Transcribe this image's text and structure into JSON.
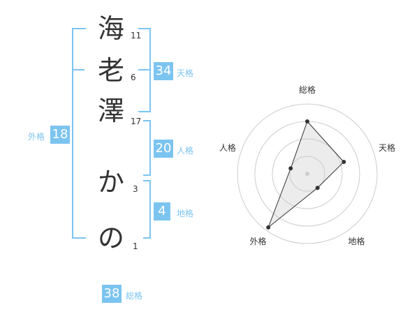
{
  "name": {
    "chars": [
      {
        "char": "海",
        "strokes": "11"
      },
      {
        "char": "老",
        "strokes": "6"
      },
      {
        "char": "澤",
        "strokes": "17"
      },
      {
        "char": "か",
        "strokes": "3"
      },
      {
        "char": "の",
        "strokes": "1"
      }
    ]
  },
  "kakusu": {
    "tenkaku": {
      "value": "34",
      "label": "天格"
    },
    "jinkaku": {
      "value": "20",
      "label": "人格"
    },
    "chikaku": {
      "value": "4",
      "label": "地格"
    },
    "gaikaku": {
      "value": "18",
      "label": "外格"
    },
    "soukaku": {
      "value": "38",
      "label": "総格"
    }
  },
  "chart_data": {
    "type": "radar",
    "axes": [
      "総格",
      "天格",
      "地格",
      "外格",
      "人格"
    ],
    "values": [
      0.75,
      0.55,
      0.25,
      0.95,
      0.25
    ],
    "rings": 4
  },
  "colors": {
    "accent": "#7cc4f0",
    "text": "#333333"
  }
}
